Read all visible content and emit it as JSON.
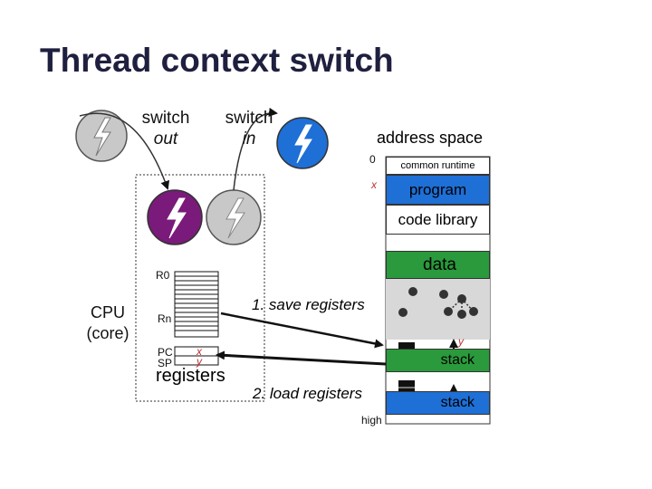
{
  "title": "Thread context switch",
  "labels": {
    "switch_out": [
      "switch",
      "out"
    ],
    "switch_in": [
      "switch",
      "in"
    ],
    "address_space": "address space",
    "addr_zero": "0",
    "addr_x": "x",
    "addr_high": "high",
    "cpu": [
      "CPU",
      "(core)"
    ],
    "r0": "R0",
    "rn": "Rn",
    "pc": "PC",
    "sp": "SP",
    "pc_val": "x",
    "sp_val": "y",
    "registers": "registers",
    "save_registers": "1. save registers",
    "load_registers": "2. load registers",
    "stack_y": "y"
  },
  "segments": {
    "common_runtime": "common runtime",
    "program": "program",
    "code_library": "code library",
    "data": "data",
    "stack1": "stack",
    "stack2": "stack"
  },
  "colors": {
    "program_fill": "#1e6fd6",
    "data_fill": "#2a9a3c",
    "thread_out_fill": "#7a1a7a",
    "thread_gray": "#c8c8c8",
    "thread_in_fill": "#1e6fd6",
    "heap_fill": "#d8d8d8"
  },
  "icons": [
    "lightning-icon"
  ]
}
